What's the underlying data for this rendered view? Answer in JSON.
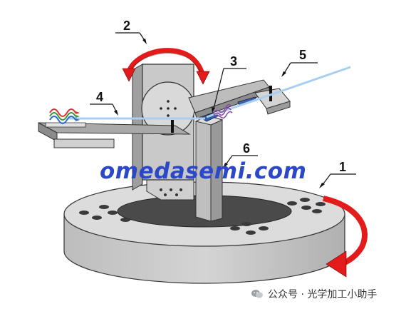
{
  "labels": {
    "n1": "1",
    "n2": "2",
    "n3": "3",
    "n4": "4",
    "n5": "5",
    "n6": "6"
  },
  "watermark": "omedasemi.com",
  "footer": {
    "text": "公众号 · 光学加工小助手",
    "icon": "wechat-icon"
  },
  "colors": {
    "rotation_arrow": "#e31b1b",
    "light_beam": "#a9cff0",
    "metal_face": "#d6d6d6",
    "metal_side": "#9f9f9f",
    "watermark": "#2b48c8"
  }
}
